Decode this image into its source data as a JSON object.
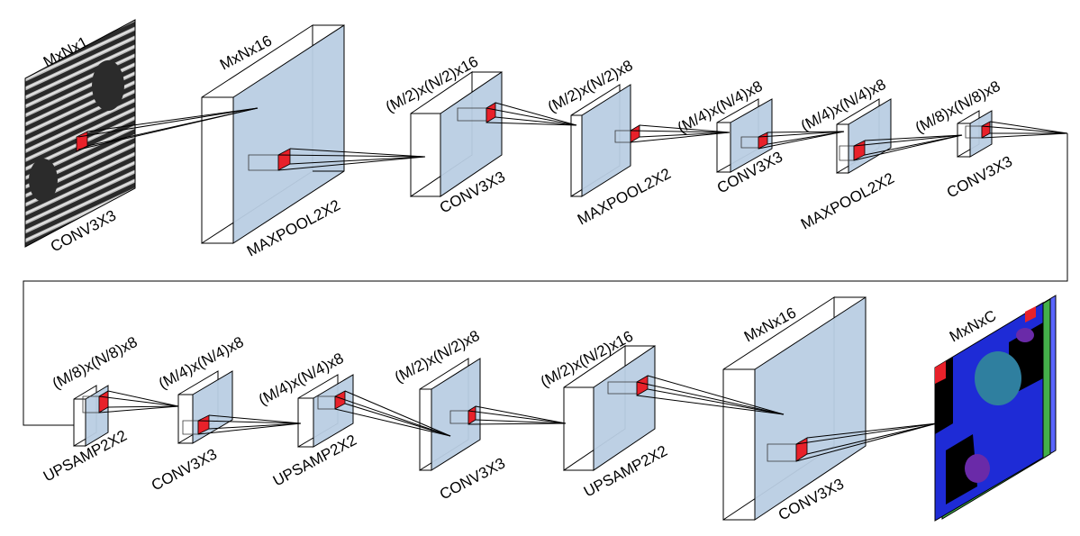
{
  "colors": {
    "feature_map_face": "#b9cde3",
    "kernel": "#e8212a",
    "output_blue": "#1e2bd6",
    "output_teal": "#2f7f9f",
    "output_purple": "#6a2aa8"
  },
  "input_image": {
    "size_label": "MxNx1",
    "op_label": "CONV3X3"
  },
  "encoder": [
    {
      "size_label": "MxNx16",
      "op_label": "MAXPOOL2X2"
    },
    {
      "size_label": "(M/2)x(N/2)x16",
      "op_label": "CONV3X3"
    },
    {
      "size_label": "(M/2)x(N/2)x8",
      "op_label": "MAXPOOL2X2"
    },
    {
      "size_label": "(M/4)x(N/4)x8",
      "op_label": "CONV3X3"
    },
    {
      "size_label": "(M/4)x(N/4)x8",
      "op_label": "MAXPOOL2X2"
    },
    {
      "size_label": "(M/8)x(N/8)x8",
      "op_label": "CONV3X3"
    }
  ],
  "decoder": [
    {
      "size_label": "(M/8)x(N/8)x8",
      "op_label": "UPSAMP2X2"
    },
    {
      "size_label": "(M/4)x(N/4)x8",
      "op_label": "CONV3X3"
    },
    {
      "size_label": "(M/4)x(N/4)x8",
      "op_label": "UPSAMP2X2"
    },
    {
      "size_label": "(M/2)x(N/2)x8",
      "op_label": "CONV3X3"
    },
    {
      "size_label": "(M/2)x(N/2)x16",
      "op_label": "UPSAMP2X2"
    },
    {
      "size_label": "MxNx16",
      "op_label": "CONV3X3"
    }
  ],
  "output_image": {
    "size_label": "MxNxC"
  }
}
